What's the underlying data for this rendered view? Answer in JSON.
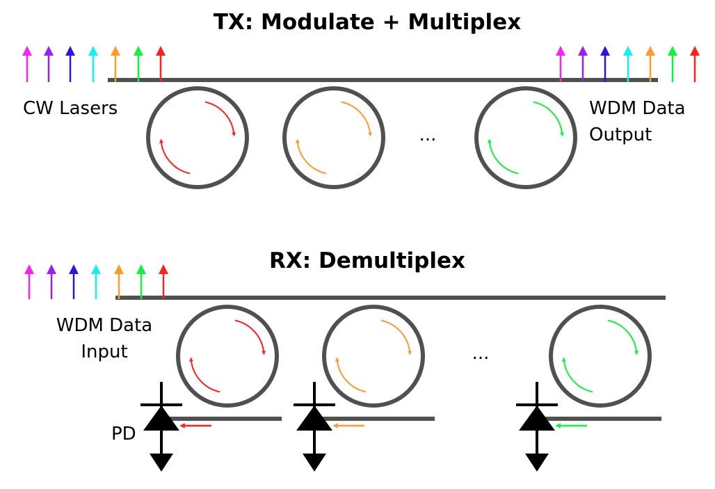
{
  "wavelength_colors": {
    "magenta": "#ff22ee",
    "violet": "#9a1ff0",
    "blue": "#2a14e6",
    "cyan": "#14f0f0",
    "orange": "#ff9a33",
    "green": "#14f040",
    "red": "#ff2020"
  },
  "structure_color": "#505050",
  "tx": {
    "title": "TX: Modulate + Multiplex",
    "input_label": "CW Lasers",
    "output_label_line1": "WDM Data",
    "output_label_line2": "Output",
    "input_wavelengths": [
      "magenta",
      "violet",
      "blue",
      "cyan",
      "orange",
      "green",
      "red"
    ],
    "output_wavelengths": [
      "magenta",
      "violet",
      "blue",
      "cyan",
      "orange",
      "green",
      "red"
    ],
    "rings": [
      {
        "name": "tx-ring-red",
        "color": "red"
      },
      {
        "name": "tx-ring-orange",
        "color": "orange"
      },
      {
        "name": "tx-ring-green",
        "color": "green"
      }
    ],
    "ellipsis": "..."
  },
  "rx": {
    "title": "RX: Demultiplex",
    "input_label_line1": "WDM Data",
    "input_label_line2": "Input",
    "pd_label": "PD",
    "input_wavelengths": [
      "magenta",
      "violet",
      "blue",
      "cyan",
      "orange",
      "green",
      "red"
    ],
    "rings": [
      {
        "name": "rx-ring-red",
        "color": "red"
      },
      {
        "name": "rx-ring-orange",
        "color": "orange"
      },
      {
        "name": "rx-ring-green",
        "color": "green"
      }
    ],
    "ellipsis": "..."
  }
}
